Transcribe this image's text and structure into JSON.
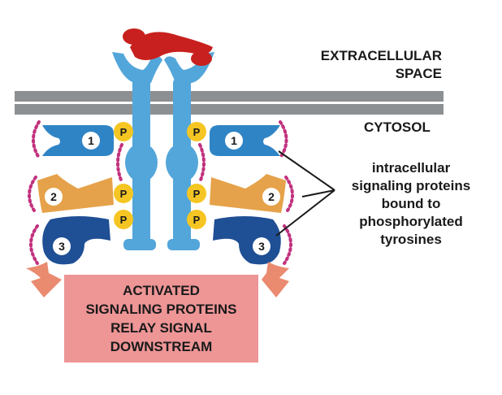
{
  "labels": {
    "extracellular": "EXTRACELLULAR\nSPACE",
    "cytosol": "CYTOSOL",
    "intracellular": "intracellular\nsignaling proteins\nbound to\nphosphorylated\ntyrosines"
  },
  "relay_box": {
    "text": "ACTIVATED\nSIGNALING PROTEINS\nRELAY SIGNAL\nDOWNSTREAM",
    "color": "#ee9596"
  },
  "phospho_label": "P",
  "protein_numbers": [
    "1",
    "2",
    "3"
  ],
  "colors": {
    "receptor": "#53a6da",
    "receptor_dark": "#2f82bf",
    "ligand": "#c8201e",
    "membrane": "#8d9093",
    "phosphate": "#f5c623",
    "protein1": "#2f84c6",
    "protein2": "#e6a24a",
    "protein3": "#1f4f95",
    "activation_dots": "#c2317e",
    "arrow": "#ea8a6f"
  }
}
